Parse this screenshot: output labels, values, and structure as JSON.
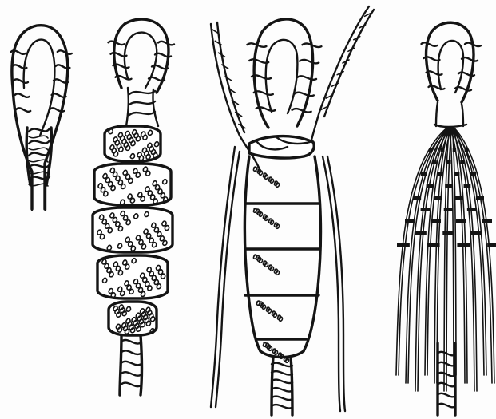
{
  "figure": {
    "panels": [
      {
        "id": "a",
        "subject": "eye-splice"
      },
      {
        "id": "b",
        "subject": "covered-splice-pointed"
      },
      {
        "id": "c",
        "subject": "seized-splice-with-lashing"
      },
      {
        "id": "d",
        "subject": "woven-pointing"
      }
    ],
    "ink_color": "#141414",
    "paper_color": "#fdfdfd"
  }
}
